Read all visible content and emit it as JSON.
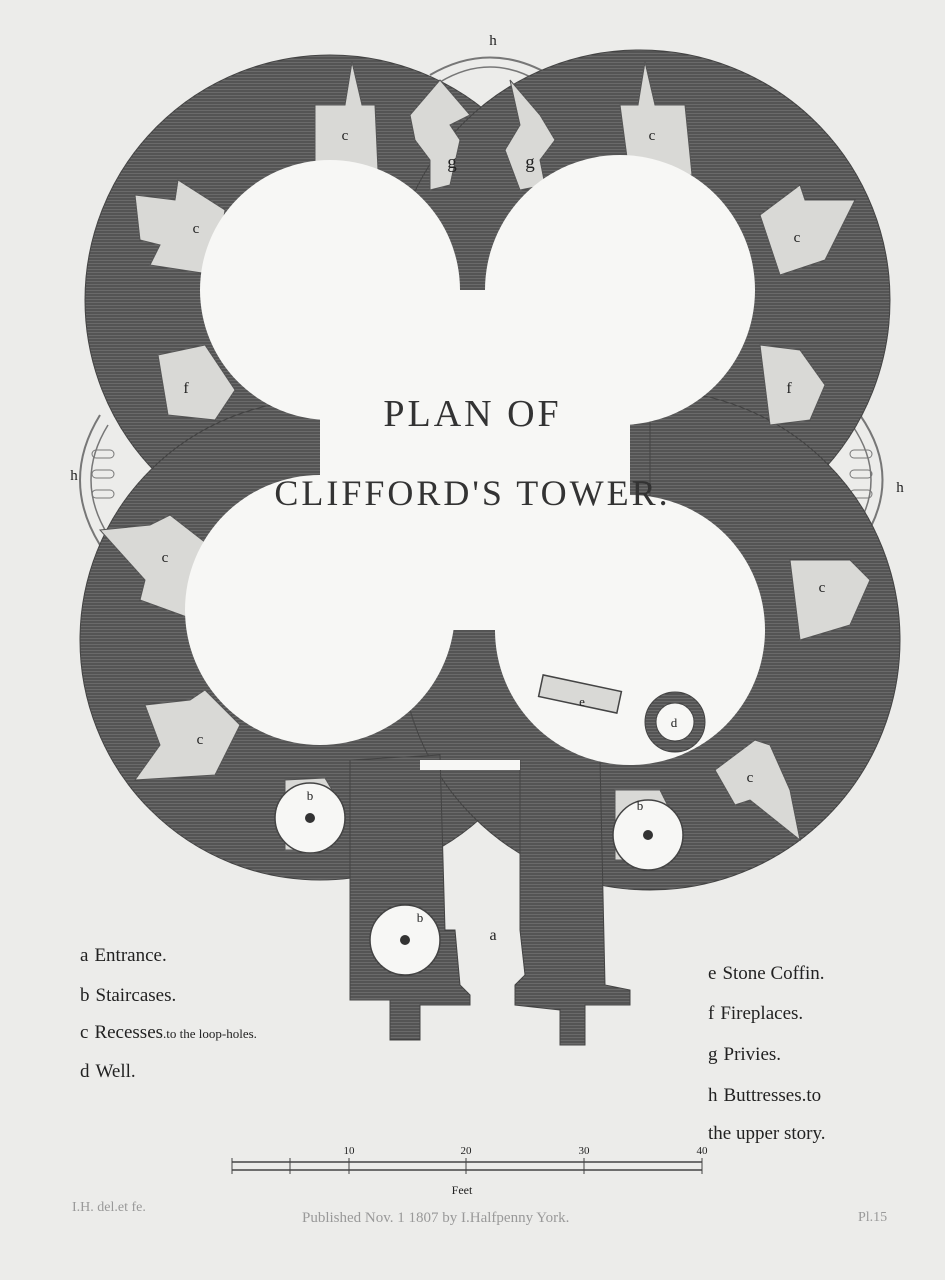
{
  "title": {
    "line1": "PLAN OF",
    "line2": "CLIFFORD'S TOWER."
  },
  "room_labels": {
    "a": "a",
    "b": "b",
    "c": "c",
    "d": "d",
    "e": "e",
    "f": "f",
    "g": "g",
    "h": "h"
  },
  "legend": {
    "left": [
      {
        "key": "a",
        "text": "Entrance.",
        "note": ""
      },
      {
        "key": "b",
        "text": "Staircases.",
        "note": ""
      },
      {
        "key": "c",
        "text": "Recesses",
        "note": ".to the loop-holes."
      },
      {
        "key": "d",
        "text": "Well.",
        "note": ""
      }
    ],
    "right": [
      {
        "key": "e",
        "text": "Stone Coffin."
      },
      {
        "key": "f",
        "text": "Fireplaces."
      },
      {
        "key": "g",
        "text": "Privies."
      },
      {
        "key": "h",
        "text": "Buttresses.to"
      },
      {
        "key": "",
        "text": "the upper story."
      }
    ]
  },
  "scale": {
    "ticks": [
      "10",
      "20",
      "30",
      "40"
    ],
    "unit": "Feet"
  },
  "footer": {
    "left": "I.H. del.et fe.",
    "center": "Published Nov. 1 1807 by I.Halfpenny York.",
    "right": "Pl.15"
  },
  "colors": {
    "paper": "#ececea",
    "wall": "#5e5e5e",
    "interior": "#f7f7f5",
    "recess": "#d9d9d6"
  }
}
